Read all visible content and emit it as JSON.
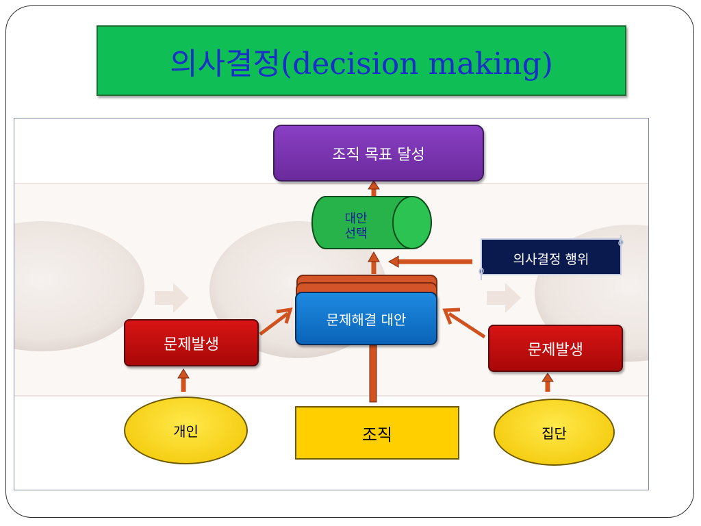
{
  "slide": {
    "title": "의사결정(decision making)"
  },
  "diagram": {
    "goal": "조직 목표 달성",
    "alternative_selection": [
      "대안",
      "선택"
    ],
    "decision_act": "의사결정 행위",
    "solution_alternatives": "문제해결 대안",
    "problem_left": "문제발생",
    "problem_right": "문제발생",
    "individual": "개인",
    "organization": "조직",
    "group": "집단"
  },
  "colors": {
    "title_bg": "#0fbf55",
    "title_text": "#1a2ec8",
    "goal": "#7a35b0",
    "cylinder": "#27b34a",
    "decision_act": "#0a1a4e",
    "solution": "#1478cc",
    "problem": "#c80e0e",
    "yellow": "#ffcf00",
    "arrow": "#d0521e"
  }
}
